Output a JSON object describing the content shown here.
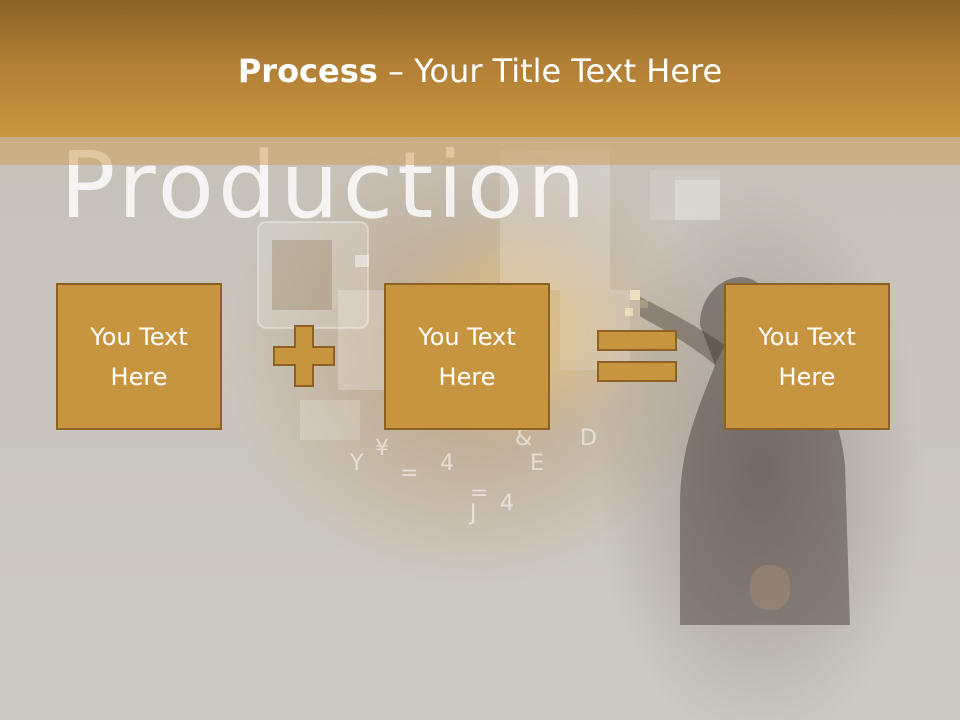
{
  "slide": {
    "title_bold": "Process",
    "title_rest": " – Your Title Text Here",
    "background_word": "Production"
  },
  "process": {
    "boxes": [
      {
        "text": "You Text\nHere"
      },
      {
        "text": "You Text\nHere"
      },
      {
        "text": "You Text\nHere"
      }
    ],
    "operators": [
      "plus-icon",
      "equals-icon"
    ]
  },
  "colors": {
    "header": "#b07e35",
    "box_fill": "#c7943f",
    "box_border": "#8d6124",
    "text": "#ffffff"
  }
}
